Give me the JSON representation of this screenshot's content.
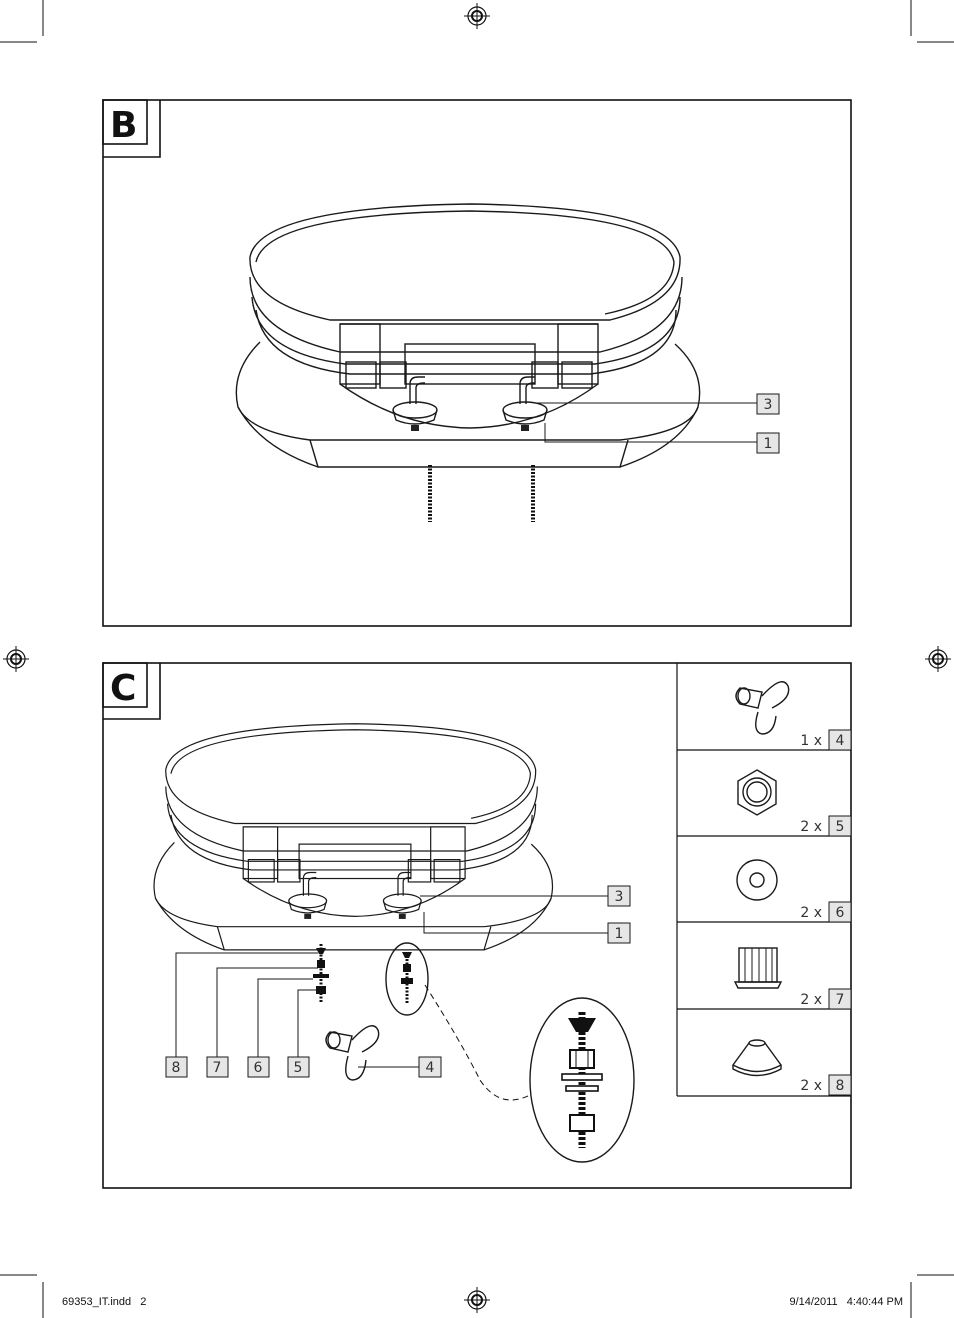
{
  "section_b": {
    "letter": "B",
    "callouts": [
      {
        "number": "3"
      },
      {
        "number": "1"
      }
    ]
  },
  "section_c": {
    "letter": "C",
    "callouts": [
      {
        "number": "3"
      },
      {
        "number": "1"
      }
    ],
    "bottom_labels": [
      "8",
      "7",
      "6",
      "5",
      "4"
    ],
    "parts": [
      {
        "qty": "1 x",
        "number": "4",
        "icon": "wing-nut-icon"
      },
      {
        "qty": "2 x",
        "number": "5",
        "icon": "hex-nut-icon"
      },
      {
        "qty": "2 x",
        "number": "6",
        "icon": "washer-icon"
      },
      {
        "qty": "2 x",
        "number": "7",
        "icon": "ribbed-sleeve-icon"
      },
      {
        "qty": "2 x",
        "number": "8",
        "icon": "conical-rubber-washer-icon"
      }
    ]
  },
  "footer": {
    "file": "69353_IT.indd   2",
    "timestamp": "9/14/2011   4:40:44 PM"
  }
}
